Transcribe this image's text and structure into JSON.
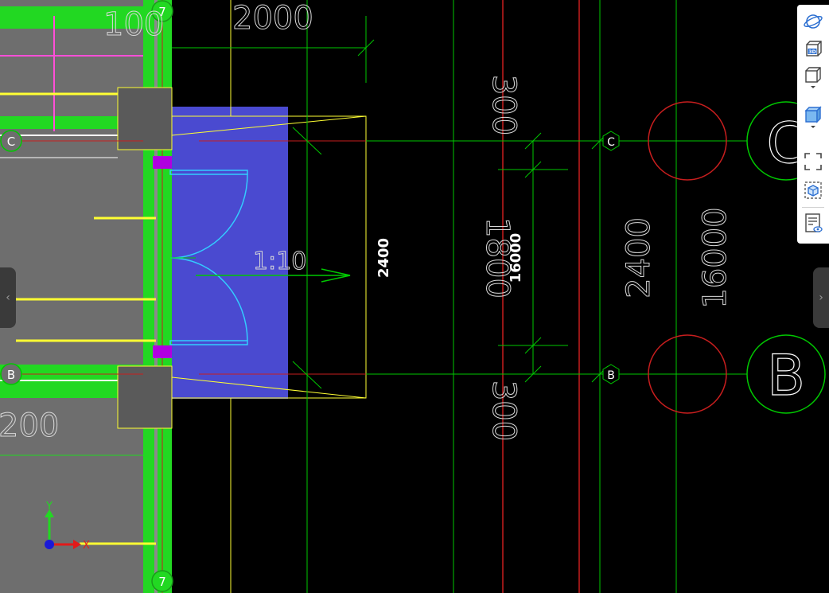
{
  "drawing": {
    "top_dim_left": "100",
    "top_dim_right": "2000",
    "bottom_left_dim": "200",
    "slope_label": "1:10",
    "ramp_width": "2400",
    "dim_300_top": "300",
    "dim_1800": "1800",
    "dim_16000_small": "16000",
    "dim_300_bottom": "300",
    "dim_2400": "2400",
    "dim_16000": "16000",
    "axis_7": "7",
    "axis_c": "C",
    "axis_b": "B",
    "ucs_y": "Y",
    "ucs_x": "X"
  },
  "toolbar": {
    "items": [
      {
        "name": "orbit-icon"
      },
      {
        "name": "3d-view-icon",
        "label": "3D"
      },
      {
        "name": "view-cube-icon"
      },
      {
        "name": "shaded-cube-icon"
      },
      {
        "name": "zoom-extents-icon"
      },
      {
        "name": "isolate-icon"
      },
      {
        "name": "properties-panel-icon"
      }
    ]
  },
  "colors": {
    "background": "#000000",
    "grid_green": "#00c800",
    "wall_green": "#22d822",
    "ramp_blue": "#4a4ad0",
    "red_line": "#c81e1e",
    "yellow": "#ffff33",
    "magenta": "#ff4fd8",
    "cyan": "#33ccff",
    "gray_fill": "#6e6e6e"
  }
}
